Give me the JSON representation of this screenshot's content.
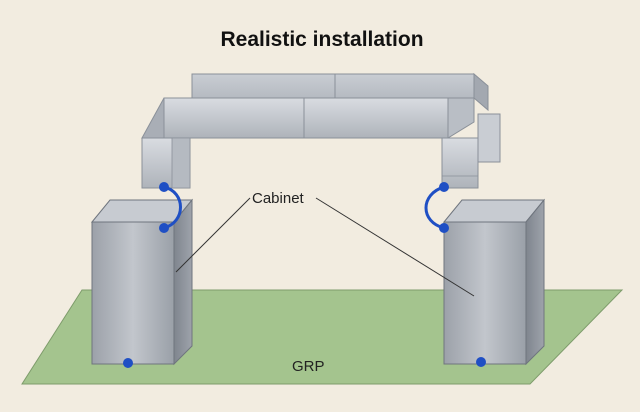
{
  "title": "Realistic installation",
  "labels": {
    "cabinet": "Cabinet",
    "grp": "GRP"
  },
  "colors": {
    "background": "#f2ece0",
    "grp_plane": "#a4c48e",
    "cabinet": "#a9adb4",
    "duct": "#c3c8cf",
    "connector": "#1f4fc4"
  }
}
